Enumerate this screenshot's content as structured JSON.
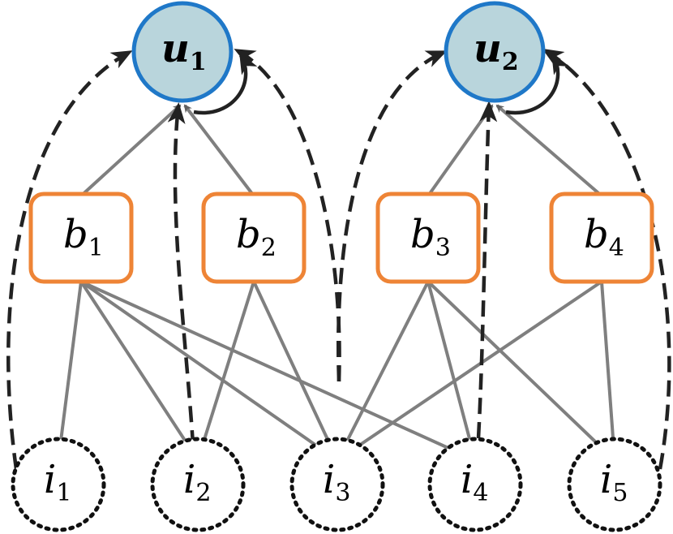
{
  "users": [
    {
      "id": "u1",
      "letter": "u",
      "sub": "1"
    },
    {
      "id": "u2",
      "letter": "u",
      "sub": "2"
    }
  ],
  "bundles": [
    {
      "id": "b1",
      "letter": "b",
      "sub": "1"
    },
    {
      "id": "b2",
      "letter": "b",
      "sub": "2"
    },
    {
      "id": "b3",
      "letter": "b",
      "sub": "3"
    },
    {
      "id": "b4",
      "letter": "b",
      "sub": "4"
    }
  ],
  "items": [
    {
      "id": "i1",
      "letter": "i",
      "sub": "1"
    },
    {
      "id": "i2",
      "letter": "i",
      "sub": "2"
    },
    {
      "id": "i3",
      "letter": "i",
      "sub": "3"
    },
    {
      "id": "i4",
      "letter": "i",
      "sub": "4"
    },
    {
      "id": "i5",
      "letter": "i",
      "sub": "5"
    }
  ],
  "bundle_item_edges": [
    [
      "b1",
      "i1"
    ],
    [
      "b1",
      "i2"
    ],
    [
      "b1",
      "i3"
    ],
    [
      "b1",
      "i4"
    ],
    [
      "b2",
      "i2"
    ],
    [
      "b2",
      "i3"
    ],
    [
      "b3",
      "i3"
    ],
    [
      "b3",
      "i4"
    ],
    [
      "b3",
      "i5"
    ],
    [
      "b4",
      "i3"
    ],
    [
      "b4",
      "i5"
    ]
  ],
  "bundle_user_edges": [
    [
      "b1",
      "u1"
    ],
    [
      "b2",
      "u1"
    ],
    [
      "b3",
      "u2"
    ],
    [
      "b4",
      "u2"
    ]
  ],
  "item_user_dashed_edges": [
    [
      "i1",
      "u1"
    ],
    [
      "i2",
      "u1"
    ],
    [
      "i3",
      "u1"
    ],
    [
      "i3",
      "u2"
    ],
    [
      "i4",
      "u2"
    ],
    [
      "i5",
      "u2"
    ]
  ],
  "self_loops": [
    "u1",
    "u2"
  ],
  "colors": {
    "user_fill": "#b9d5dc",
    "user_stroke": "#1f78c8",
    "bundle_stroke": "#ee8436",
    "item_stroke": "#111111",
    "edge_gray": "#7f7f7f",
    "edge_dark": "#222222"
  }
}
